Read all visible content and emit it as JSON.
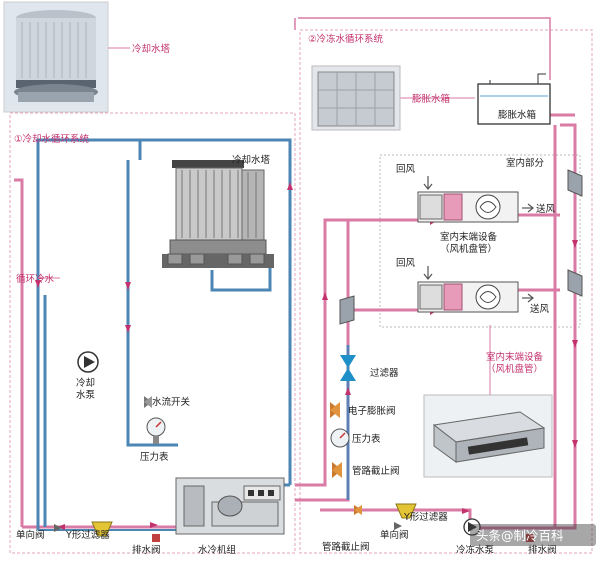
{
  "sections": {
    "cooling_loop": "①冷却水循环系统",
    "chilled_loop": "②冷冻水循环系统"
  },
  "labels": {
    "cooling_tower_photo": "冷却水塔",
    "cooling_tower": "冷却水塔",
    "circulating_water": "循环冷水",
    "cooling_pump": [
      "冷却",
      "水泵"
    ],
    "flow_switch": "水流开关",
    "pressure_gauge_left": "压力表",
    "check_valve_left": "单向阀",
    "y_filter_left": "Y形过滤器",
    "drain_valve_left": "排水阀",
    "chiller": "水冷机组",
    "expansion_tank_photo": "膨胀水箱",
    "expansion_tank": "膨胀水箱",
    "return_air_1": "回风",
    "indoor_part": "室内部分",
    "supply_air_1": "送风",
    "indoor_unit_1": [
      "室内末端设备",
      "（风机盘管）"
    ],
    "return_air_2": "回风",
    "supply_air_2": "送风",
    "indoor_unit_2": [
      "室内末端设备",
      "（风机盘管）"
    ],
    "filter": "过滤器",
    "electronic_expansion_valve": "电子膨胀阀",
    "pressure_gauge_right": "压力表",
    "pipe_stop_valve_1": "管路截止阀",
    "pipe_stop_valve_2": "管路截止阀",
    "y_filter_right": "Y形过滤器",
    "check_valve_right": "单向阀",
    "chilled_pump": "冷冻水泵",
    "drain_valve_right": "排水阀"
  },
  "watermark": "头条@制冷百科",
  "colors": {
    "pink_pipe": "#d97ba5",
    "blue_pipe": "#4b86b5",
    "border": "#e7a6c0",
    "label_pink": "#c3326d"
  }
}
